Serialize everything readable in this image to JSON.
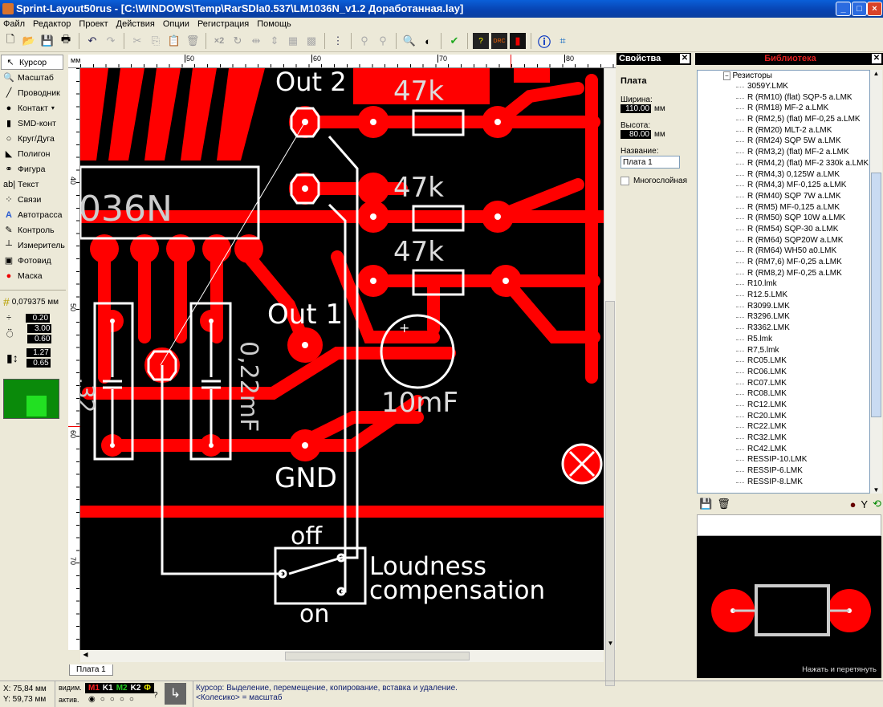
{
  "window": {
    "title": "Sprint-Layout50rus - [C:\\WINDOWS\\Temp\\RarSDla0.537\\LM1036N_v1.2 Доработанная.lay]",
    "min": "_",
    "max": "□",
    "close": "×"
  },
  "menu": [
    "Файл",
    "Редактор",
    "Проект",
    "Действия",
    "Опции",
    "Регистрация",
    "Помощь"
  ],
  "toolbar": {
    "x2": "×2"
  },
  "tools": [
    {
      "label": "Курсор",
      "icon": "cursor-icon",
      "g": "↖"
    },
    {
      "label": "Масштаб",
      "icon": "zoom-icon",
      "g": "🔍"
    },
    {
      "label": "Проводник",
      "icon": "track-icon",
      "g": "╱"
    },
    {
      "label": "Контакт",
      "icon": "pad-icon",
      "g": "●"
    },
    {
      "label": "SMD-конт",
      "icon": "smd-pad-icon",
      "g": "▮"
    },
    {
      "label": "Круг/Дуга",
      "icon": "circle-icon",
      "g": "○"
    },
    {
      "label": "Полигон",
      "icon": "polygon-icon",
      "g": "◣"
    },
    {
      "label": "Фигура",
      "icon": "figure-icon",
      "g": "⚭"
    },
    {
      "label": "Текст",
      "icon": "text-icon",
      "g": "ab|"
    },
    {
      "label": "Связи",
      "icon": "connections-icon",
      "g": "⁘"
    },
    {
      "label": "Автотрасса",
      "icon": "autoroute-icon",
      "g": "A"
    },
    {
      "label": "Контроль",
      "icon": "test-icon",
      "g": "✎"
    },
    {
      "label": "Измеритель",
      "icon": "measure-icon",
      "g": "┴"
    },
    {
      "label": "Фотовид",
      "icon": "photoview-icon",
      "g": "▣"
    },
    {
      "label": "Маска",
      "icon": "mask-icon",
      "g": "●"
    }
  ],
  "grid": {
    "value": "0,079375 мм"
  },
  "params": {
    "track_width": "0.20",
    "pad_outer": "3.00",
    "pad_inner": "0.60",
    "smd_w": "1.27",
    "smd_h": "0.65"
  },
  "ruler": {
    "unit": "мм",
    "top": [
      "50",
      "60",
      "70",
      "80"
    ],
    "left": [
      "40",
      "50",
      "60",
      "70"
    ]
  },
  "pcb": {
    "out2": "Out 2",
    "r1": "47k",
    "r2": "47k",
    "r3": "47k",
    "ic": "036N",
    "out1": "Out 1",
    "c1": "0,22mF",
    "c2": "10mF",
    "gnd": "GND",
    "off": "off",
    "on": "on",
    "label1": "Loudness",
    "label2": "compensation",
    "partial": ",32"
  },
  "tab": "Плата 1",
  "props": {
    "title": "Свойства",
    "section": "Плата",
    "width_label": "Ширина:",
    "width": "110.00",
    "height_label": "Высота:",
    "height": "80.00",
    "unit": "мм",
    "name_label": "Название:",
    "name": "Плата 1",
    "multilayer": "Многослойная"
  },
  "library": {
    "title": "Библиотека",
    "folder": "Резисторы",
    "items": [
      "3059Y.LMK",
      "R (RM10) (flat) SQP-5 a.LMK",
      "R (RM18) MF-2 a.LMK",
      "R (RM2,5) (flat) MF-0,25 a.LMK",
      "R (RM20) MLT-2 a.LMK",
      "R (RM24) SQP 5W a.LMK",
      "R (RM3,2) (flat)  MF-2 a.LMK",
      "R (RM4,2) (flat) MF-2 330k a.LMK",
      "R (RM4,3) 0,125W a.LMK",
      "R (RM4,3) MF-0,125 a.LMK",
      "R (RM40) SQP 7W a.LMK",
      "R (RM5) MF-0,125 a.LMK",
      "R (RM50) SQP 10W a.LMK",
      "R (RM54) SQP-30 a.LMK",
      "R (RM64) SQP20W a.LMK",
      "R (RM64) WH50 a0.LMK",
      "R (RM7,6) MF-0,25 a.LMK",
      "R (RM8,2) MF-0,25 a.LMK",
      "R10.lmk",
      "R12.5.LMK",
      "R3099.LMK",
      "R3296.LMK",
      "R3362.LMK",
      "R5.lmk",
      "R7,5.lmk",
      "RC05.LMK",
      "RC06.LMK",
      "RC07.LMK",
      "RC08.LMK",
      "RC12.LMK",
      "RC20.LMK",
      "RC22.LMK",
      "RC32.LMK",
      "RC42.LMK",
      "RESSIP-10.LMK",
      "RESSIP-6.LMK",
      "RESSIP-8.LMK"
    ],
    "preview_hint": "Нажать и перетянуть"
  },
  "status": {
    "x": "X:  75,84 мм",
    "y": "Y:  59,73 мм",
    "visible": "видим.",
    "active": "актив.",
    "layers": [
      "M1",
      "K1",
      "M2",
      "K2",
      "Ф"
    ],
    "help": "?",
    "msg1": "Курсор: Выделение, перемещение, копирование, вставка и удаление.",
    "msg2": "<Колесико> = масштаб"
  }
}
